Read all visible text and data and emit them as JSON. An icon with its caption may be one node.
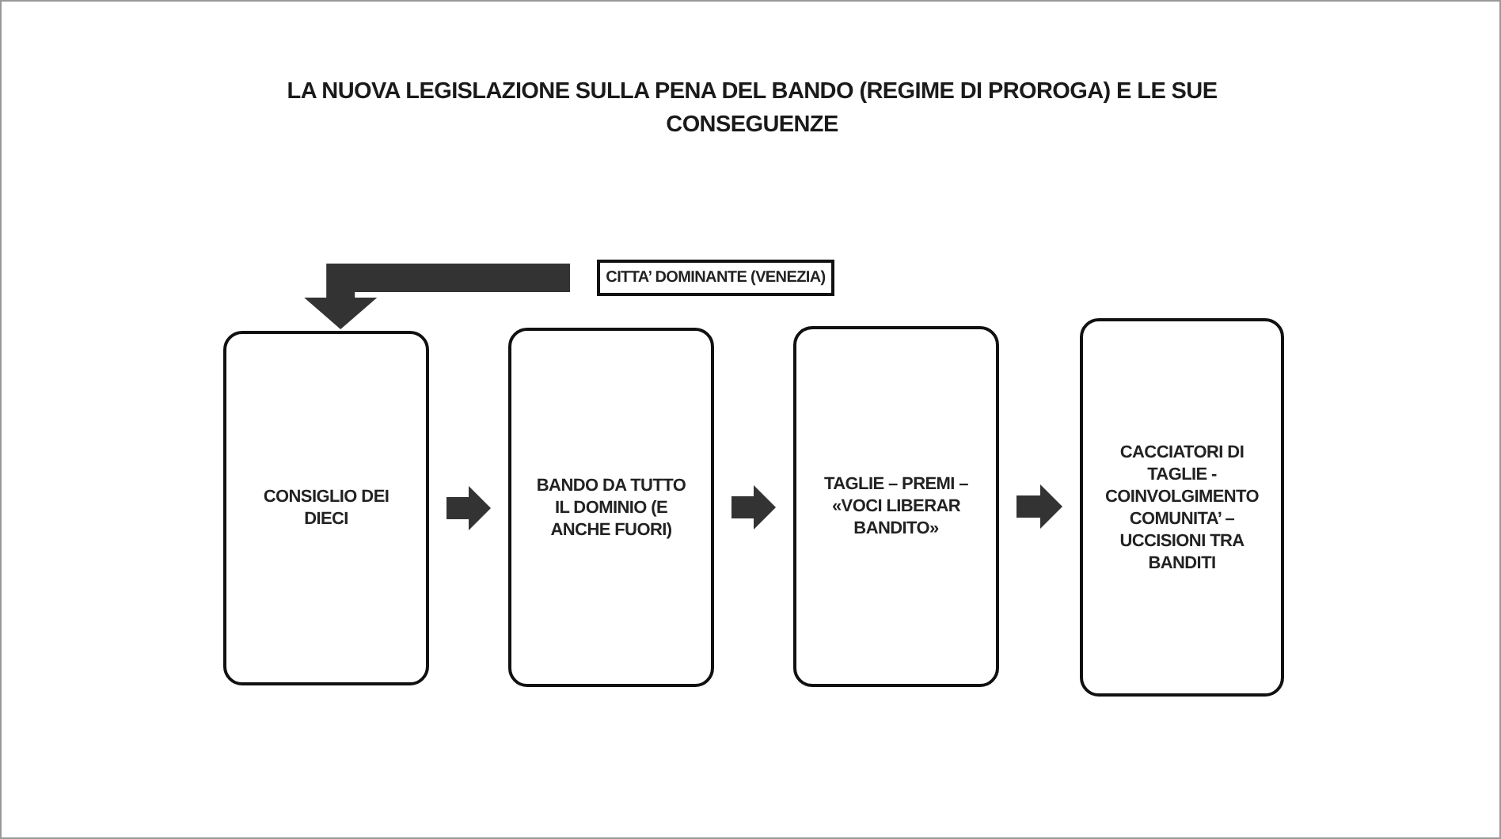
{
  "diagram": {
    "title": "LA NUOVA LEGISLAZIONE SULLA PENA DEL BANDO (REGIME DI PROROGA) E LE SUE CONSEGUENZE",
    "nodes": [
      {
        "text": [
          "CITTA’ DOMINANTE (VENEZIA)"
        ]
      },
      {
        "text": [
          "CONSIGLIO DEI DIECI"
        ]
      },
      {
        "text": [
          "BANDO DA TUTTO IL DOMINIO (E ANCHE FUORI)"
        ]
      },
      {
        "text": [
          "TAGLIE – PREMI – «VOCI LIBERAR BANDITO»"
        ]
      },
      {
        "text": [
          "CACCIATORI DI TAGLIE - COINVOLGIMENTO COMUNITA’ – UCCISIONI TRA BANDITI"
        ]
      }
    ],
    "edges": [
      {
        "from": 0,
        "to": 1,
        "arrow": "to"
      },
      {
        "from": 1,
        "to": 2,
        "arrow": "to"
      },
      {
        "from": 2,
        "to": 3,
        "arrow": "to"
      },
      {
        "from": 3,
        "to": 4,
        "arrow": "to"
      }
    ]
  }
}
